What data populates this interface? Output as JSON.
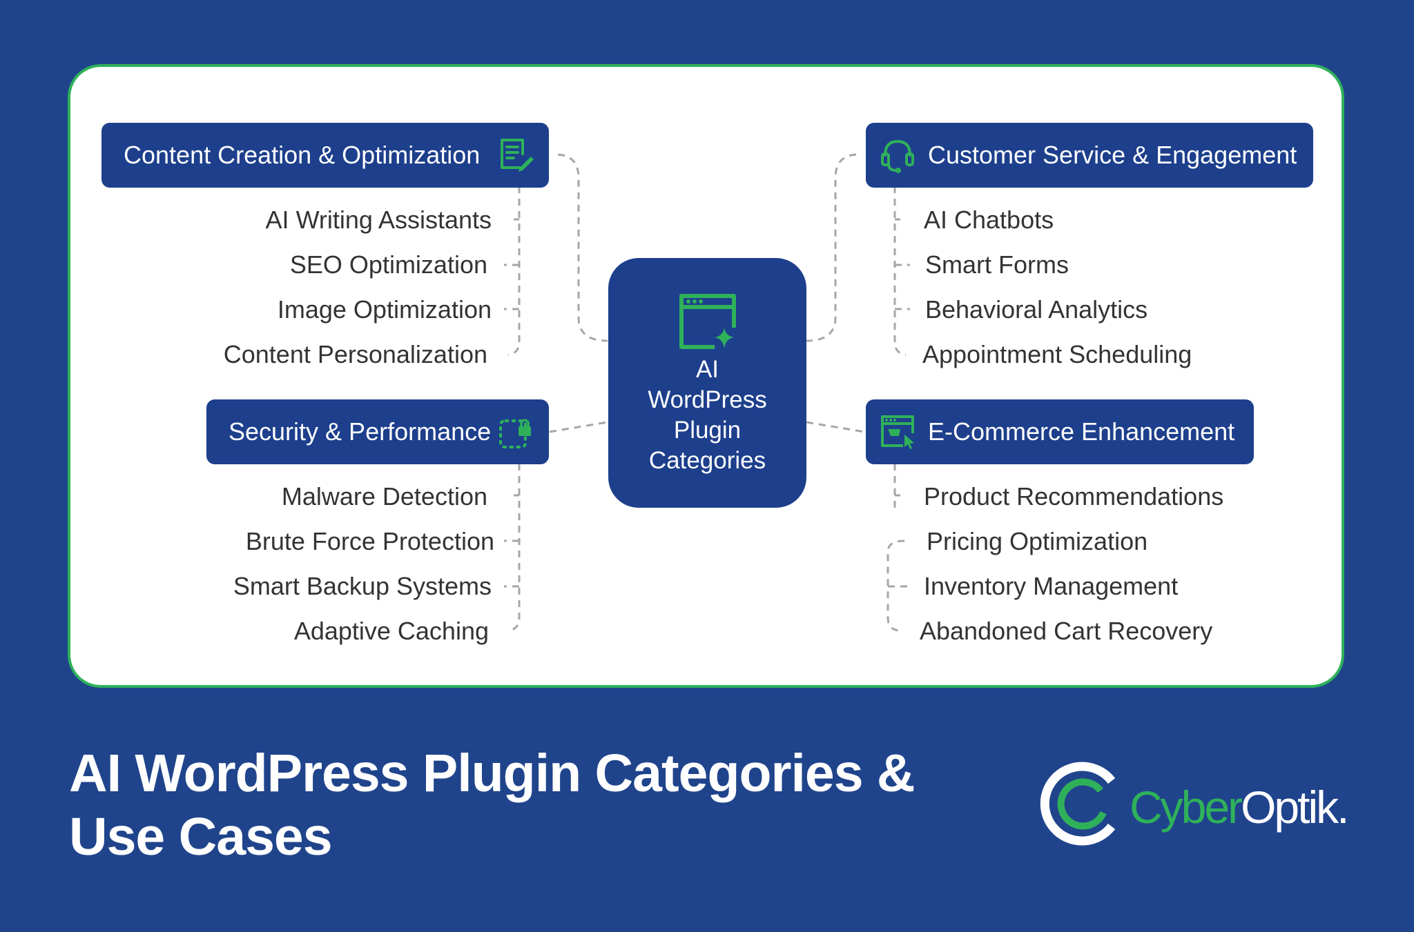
{
  "center": {
    "title": "AI WordPress Plugin Categories"
  },
  "categories": [
    {
      "title": "Content Creation & Optimization",
      "icon": "document-edit-icon",
      "items": [
        "AI Writing Assistants",
        "SEO Optimization",
        "Image Optimization",
        "Content Personalization"
      ]
    },
    {
      "title": "Customer Service & Engagement",
      "icon": "headset-icon",
      "items": [
        "AI Chatbots",
        "Smart Forms",
        "Behavioral Analytics",
        "Appointment Scheduling"
      ]
    },
    {
      "title": "Security & Performance",
      "icon": "lock-icon",
      "items": [
        "Malware Detection",
        "Brute Force Protection",
        "Smart Backup Systems",
        "Adaptive Caching"
      ]
    },
    {
      "title": "E-Commerce Enhancement",
      "icon": "shopping-cart-browser-icon",
      "items": [
        "Product Recommendations",
        "Pricing Optimization",
        "Inventory Management",
        "Abandoned Cart Recovery"
      ]
    }
  ],
  "headline": {
    "line1": "AI WordPress Plugin Categories &",
    "line2": "Use Cases"
  },
  "logo": {
    "part1": "Cyber",
    "part2": "Optik."
  },
  "colors": {
    "background": "#20448c",
    "card": "#ffffff",
    "accent": "#2fb15a",
    "box": "#1d3f8c",
    "text": "#333333"
  }
}
